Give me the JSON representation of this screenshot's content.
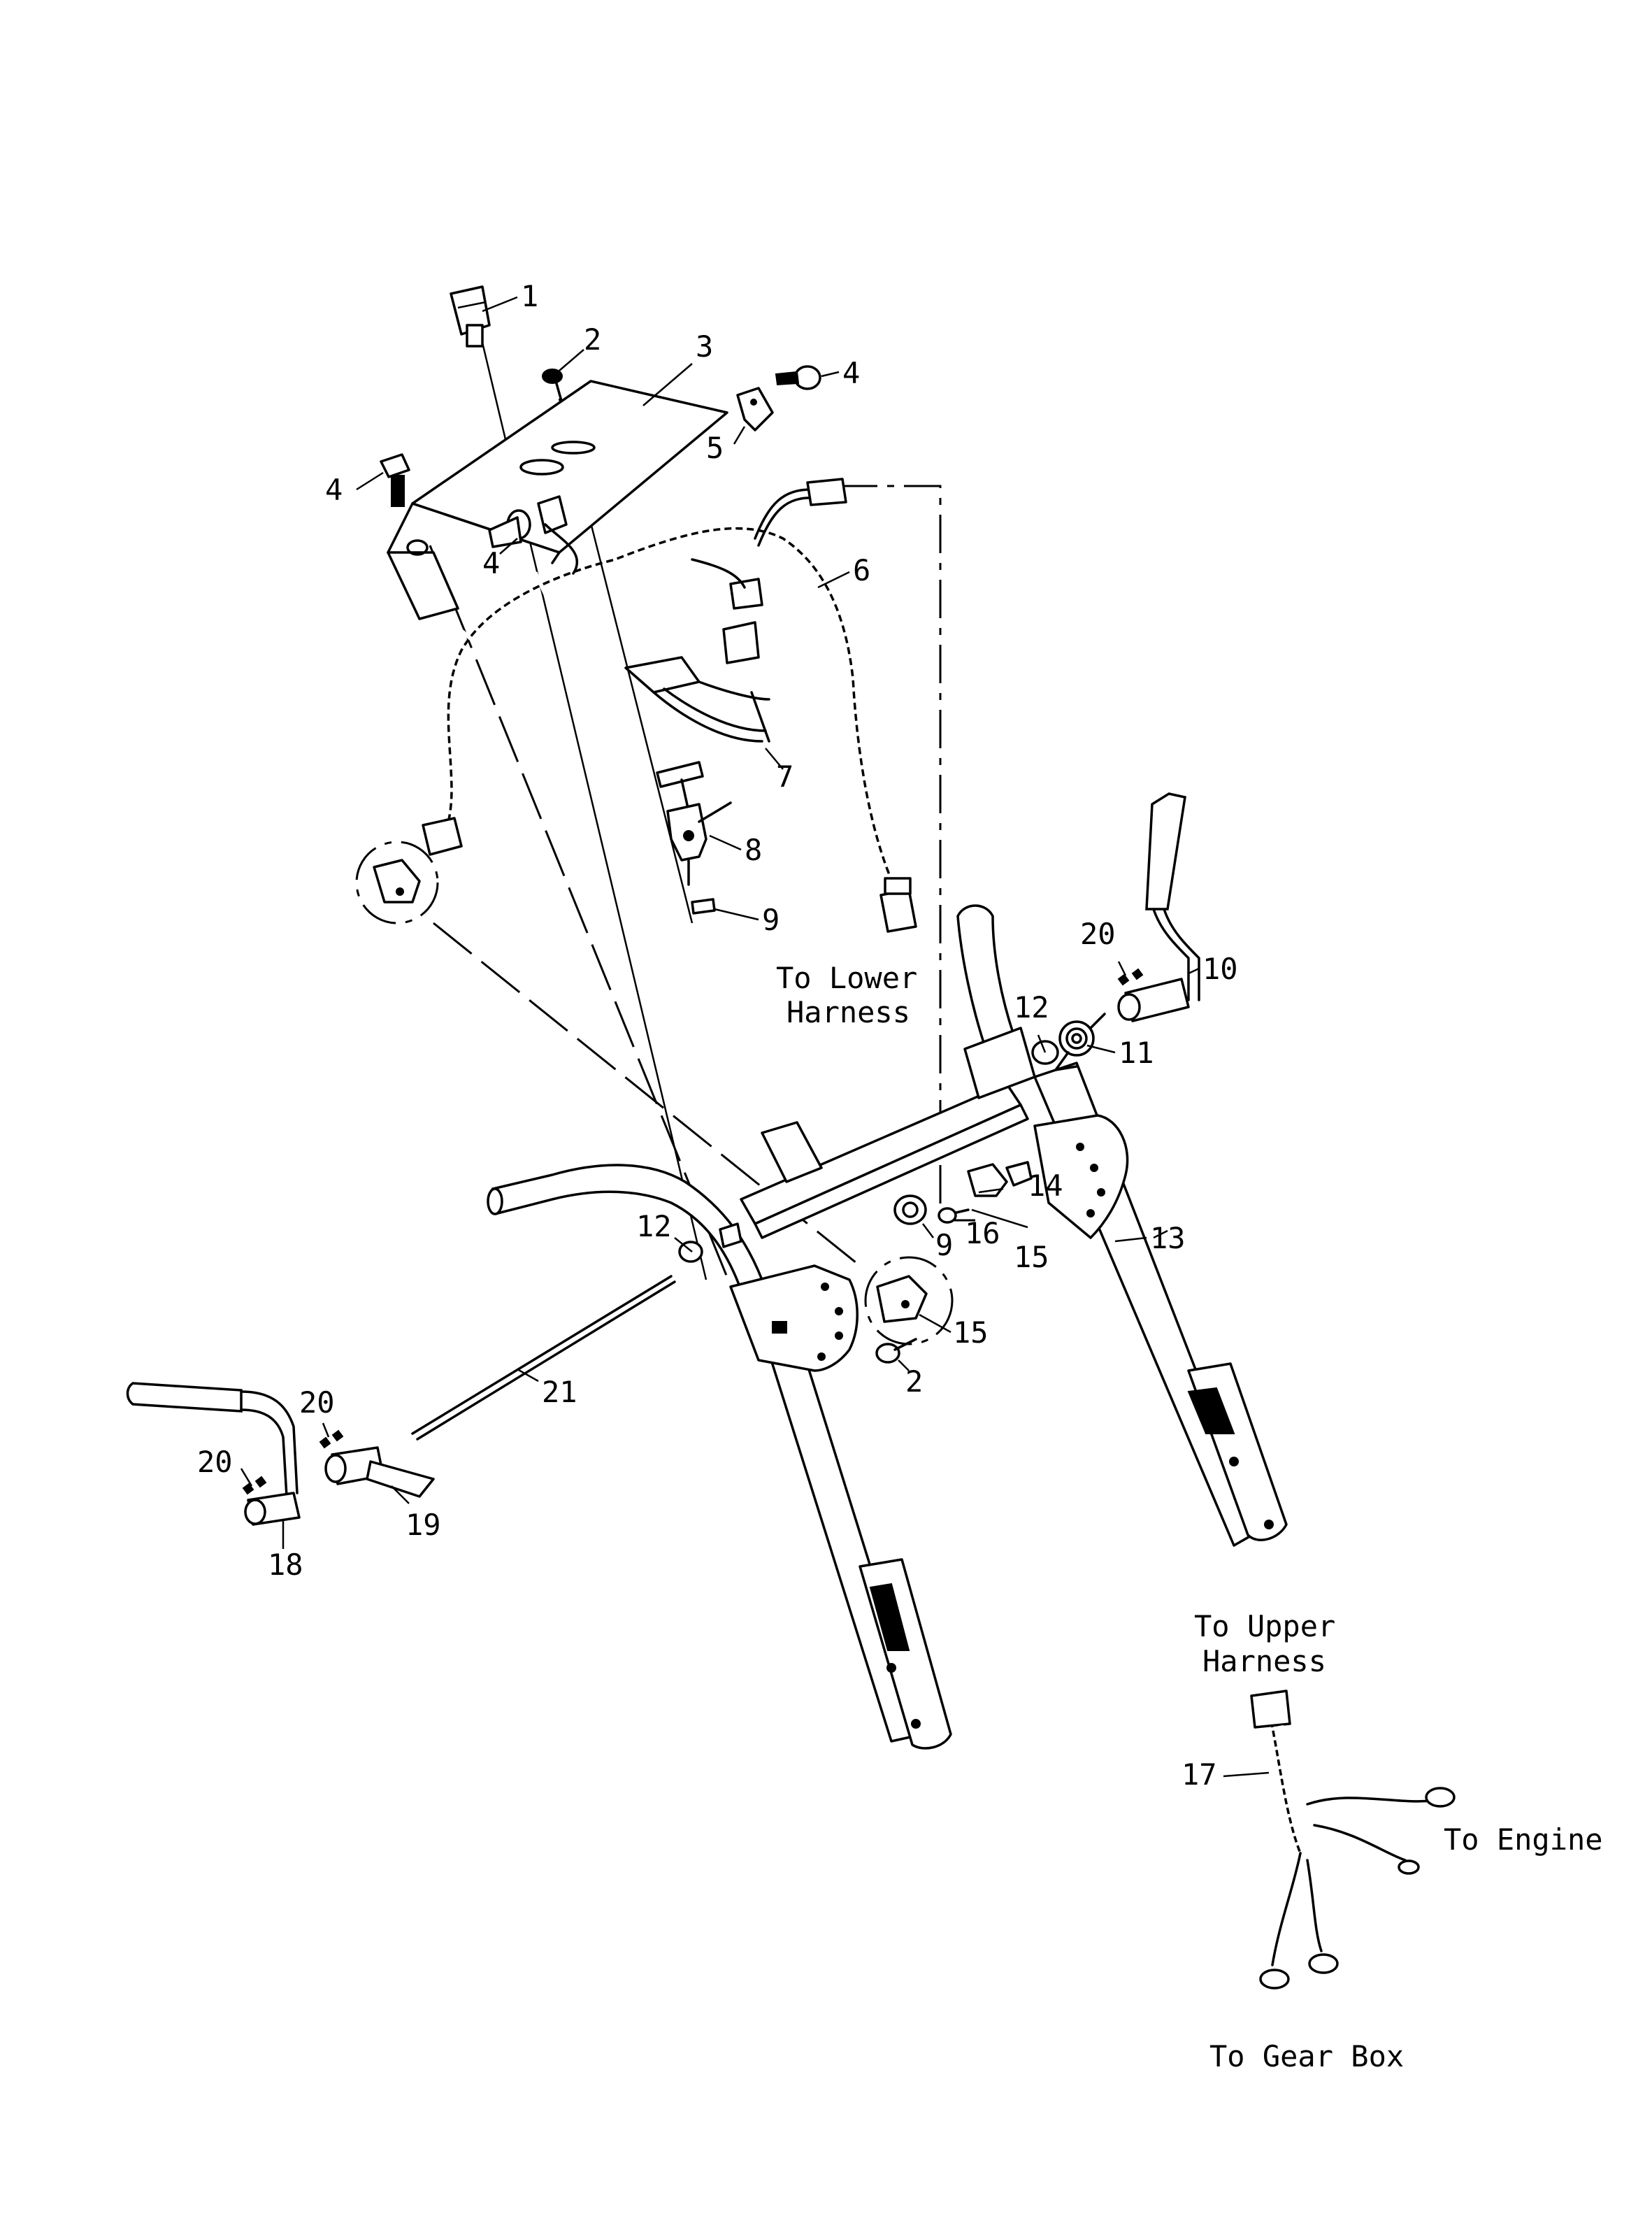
{
  "callouts": {
    "c1": "1",
    "c2a": "2",
    "c2b": "2",
    "c3": "3",
    "c4a": "4",
    "c4b": "4",
    "c4c": "4",
    "c5": "5",
    "c6": "6",
    "c7": "7",
    "c8": "8",
    "c9a": "9",
    "c9b": "9",
    "c10": "10",
    "c11": "11",
    "c12a": "12",
    "c12b": "12",
    "c13": "13",
    "c14": "14",
    "c15a": "15",
    "c15b": "15",
    "c16": "16",
    "c17": "17",
    "c18": "18",
    "c19": "19",
    "c20a": "20",
    "c20b": "20",
    "c20c": "20",
    "c21": "21"
  },
  "notes": {
    "lower_harness_1": "To Lower",
    "lower_harness_2": "Harness",
    "upper_harness_1": "To Upper",
    "upper_harness_2": "Harness",
    "engine": "To Engine",
    "gear_box": "To Gear Box"
  },
  "colors": {
    "ink": "#000000",
    "paper": "#ffffff"
  }
}
